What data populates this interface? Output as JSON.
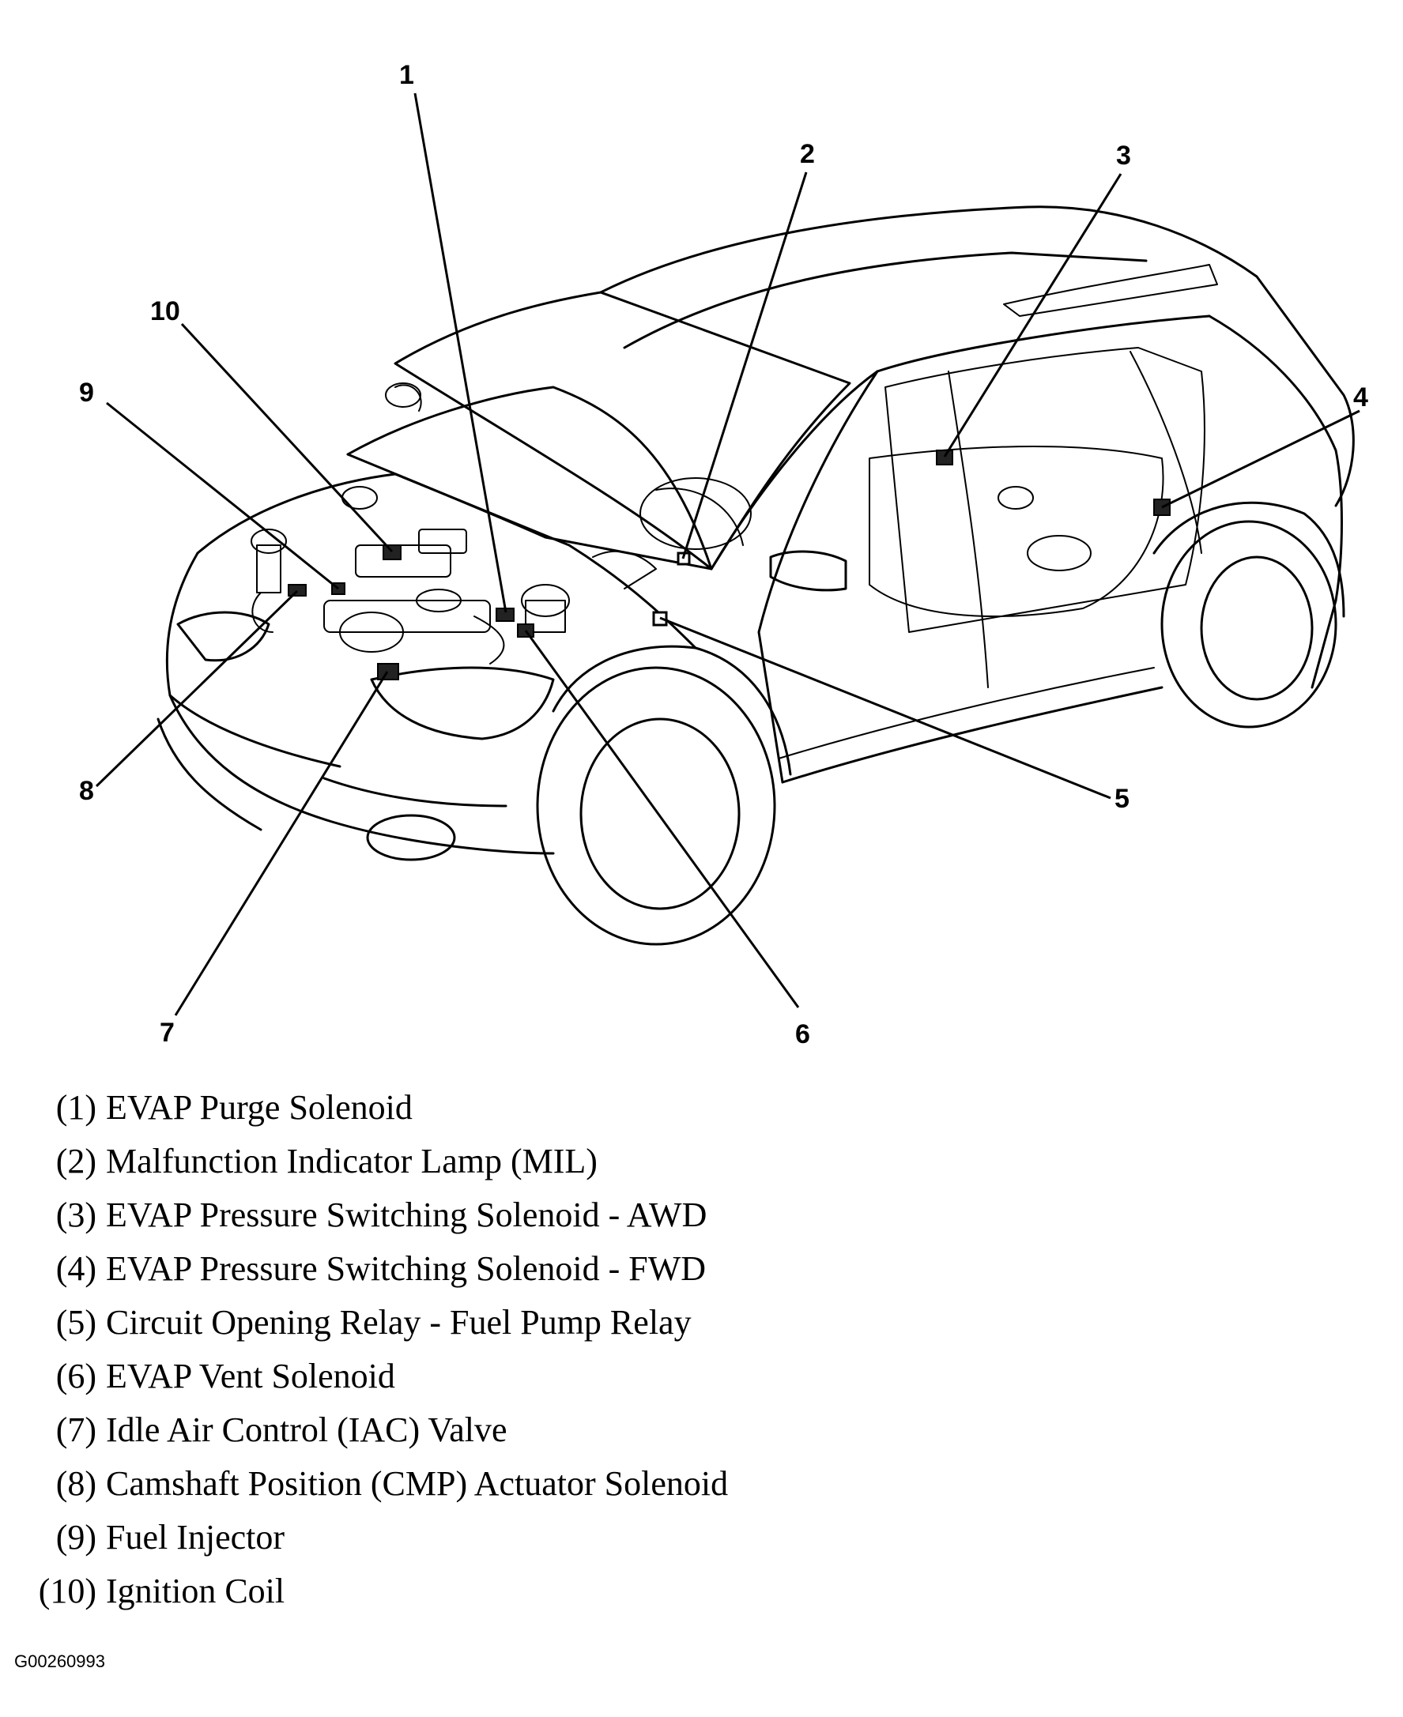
{
  "figure": {
    "id": "G00260993"
  },
  "callouts": [
    {
      "num": "1",
      "label": "EVAP Purge Solenoid"
    },
    {
      "num": "2",
      "label": "Malfunction Indicator Lamp (MIL)"
    },
    {
      "num": "3",
      "label": "EVAP Pressure Switching Solenoid - AWD"
    },
    {
      "num": "4",
      "label": "EVAP Pressure Switching Solenoid - FWD"
    },
    {
      "num": "5",
      "label": "Circuit Opening Relay - Fuel Pump Relay"
    },
    {
      "num": "6",
      "label": "EVAP Vent Solenoid"
    },
    {
      "num": "7",
      "label": "Idle Air Control (IAC) Valve"
    },
    {
      "num": "8",
      "label": "Camshaft Position (CMP) Actuator Solenoid"
    },
    {
      "num": "9",
      "label": "Fuel Injector"
    },
    {
      "num": "10",
      "label": "Ignition Coil"
    }
  ],
  "legend": [
    {
      "num": "(1)",
      "label": "EVAP Purge Solenoid"
    },
    {
      "num": "(2)",
      "label": "Malfunction Indicator Lamp (MIL)"
    },
    {
      "num": "(3)",
      "label": "EVAP Pressure Switching Solenoid - AWD"
    },
    {
      "num": "(4)",
      "label": "EVAP Pressure Switching Solenoid - FWD"
    },
    {
      "num": "(5)",
      "label": "Circuit Opening Relay - Fuel Pump Relay"
    },
    {
      "num": "(6)",
      "label": "EVAP Vent Solenoid"
    },
    {
      "num": "(7)",
      "label": "Idle Air Control (IAC) Valve"
    },
    {
      "num": "(8)",
      "label": "Camshaft Position (CMP) Actuator Solenoid"
    },
    {
      "num": "(9)",
      "label": "Fuel Injector"
    },
    {
      "num": "(10)",
      "label": "Ignition Coil"
    }
  ]
}
